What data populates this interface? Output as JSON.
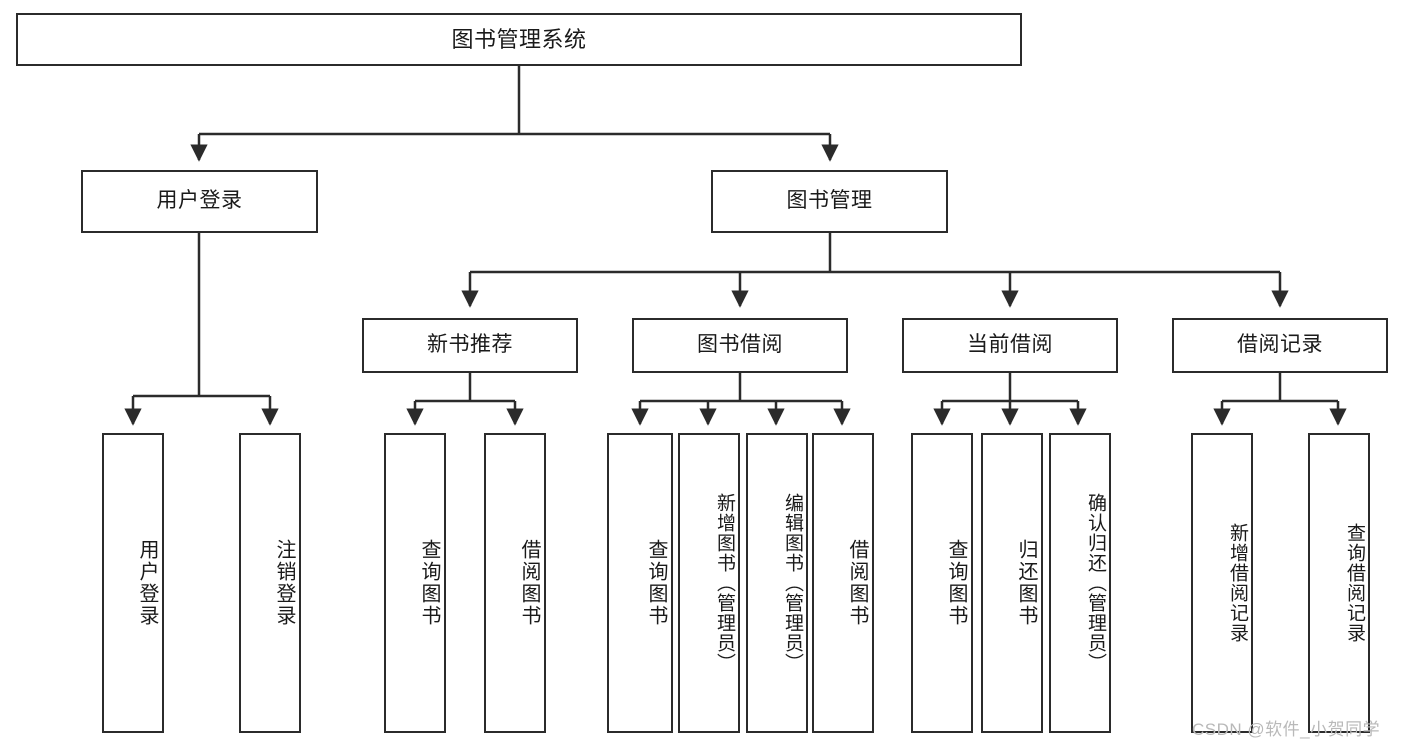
{
  "diagram": {
    "title": "图书管理系统",
    "type": "tree-hierarchy",
    "root": {
      "label": "图书管理系统"
    },
    "level2": [
      {
        "label": "用户登录"
      },
      {
        "label": "图书管理"
      }
    ],
    "level3": [
      {
        "label": "新书推荐"
      },
      {
        "label": "图书借阅"
      },
      {
        "label": "当前借阅"
      },
      {
        "label": "借阅记录"
      }
    ],
    "leaves": {
      "user_login": [
        {
          "label": "用户登录"
        },
        {
          "label": "注销登录"
        }
      ],
      "new_book_recommend": [
        {
          "label": "查询图书"
        },
        {
          "label": "借阅图书"
        }
      ],
      "book_borrow": [
        {
          "label": "查询图书"
        },
        {
          "label": "新增图书（管理员）"
        },
        {
          "label": "编辑图书（管理员）"
        },
        {
          "label": "借阅图书"
        }
      ],
      "current_borrow": [
        {
          "label": "查询图书"
        },
        {
          "label": "归还图书"
        },
        {
          "label": "确认归还（管理员）"
        }
      ],
      "borrow_record": [
        {
          "label": "新增借阅记录"
        },
        {
          "label": "查询借阅记录"
        }
      ]
    }
  },
  "watermark": {
    "text": "CSDN @软件_小贺同学"
  },
  "colors": {
    "stroke": "#2b2b2b",
    "box_fill": "#ffffff",
    "text": "#1a1a1a",
    "watermark": "#b9b9b9",
    "background": "#ffffff"
  }
}
